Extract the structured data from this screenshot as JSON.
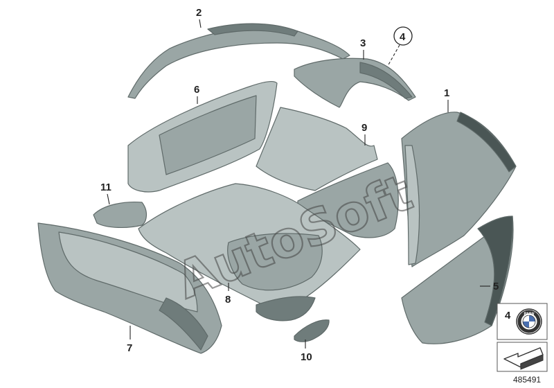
{
  "callouts": {
    "c1": "1",
    "c2": "2",
    "c3": "3",
    "c4": "4",
    "c5": "5",
    "c6": "6",
    "c7": "7",
    "c8": "8",
    "c9": "9",
    "c10": "10",
    "c11": "11"
  },
  "watermark": "AutoSoft",
  "legend": {
    "bmw_label": "4",
    "bmw_logo_letters": "BMW"
  },
  "reference_number": "485491",
  "colors": {
    "panel_light": "#b9c3c2",
    "panel_mid": "#9aa6a5",
    "panel_dark": "#6f7c7b",
    "outline": "#5f6a69"
  }
}
